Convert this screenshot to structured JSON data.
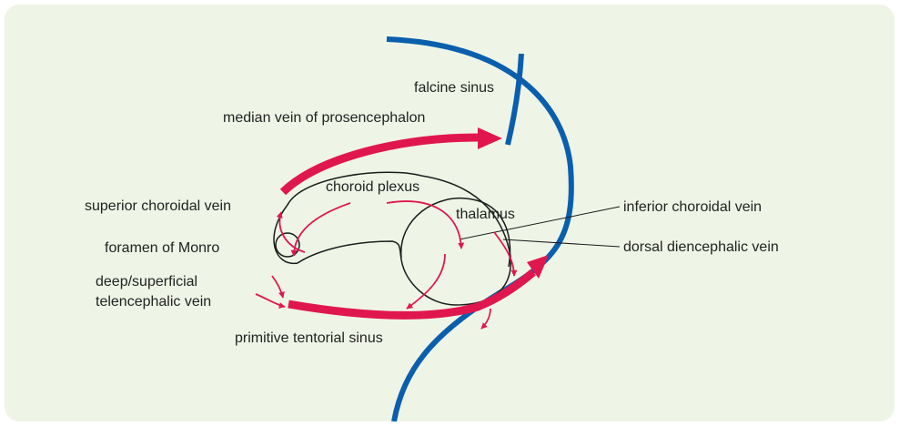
{
  "colors": {
    "background": "#eef5e6",
    "sinus": "#0a5fad",
    "vein": "#e0174f",
    "outline": "#1c1c1c",
    "text": "#222222"
  },
  "labels": {
    "falcine_sinus": "falcine sinus",
    "median_vein": "median vein of prosencephalon",
    "superior_choroidal_vein": "superior choroidal vein",
    "choroid_plexus": "choroid plexus",
    "thalamus": "thalamus",
    "inferior_choroidal_vein": "inferior choroidal vein",
    "foramen_of_monro": "foramen of Monro",
    "dorsal_diencephalic_vein": "dorsal diencephalic vein",
    "telencephalic_vein_line1": "deep/superficial",
    "telencephalic_vein_line2": "telencephalic vein",
    "primitive_tentorial_sinus": "primitive tentorial sinus"
  }
}
